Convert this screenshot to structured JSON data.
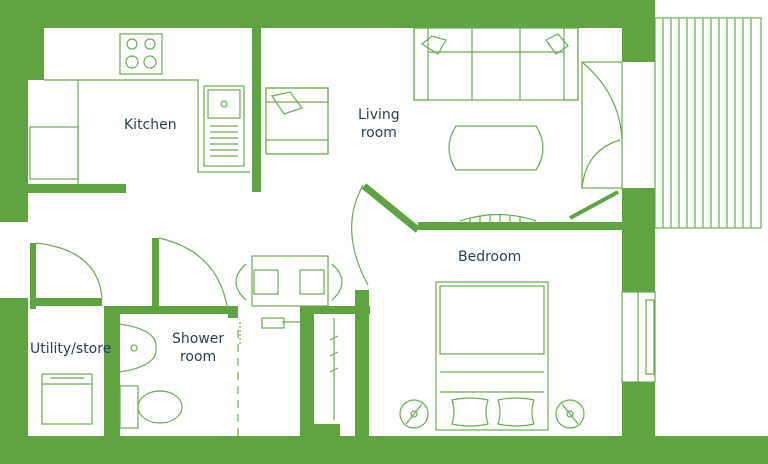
{
  "colors": {
    "wall": "#5fa342",
    "line": "#6aab4e",
    "label": "#25405f",
    "background": "#ffffff"
  },
  "rooms": {
    "kitchen": "Kitchen",
    "living_line1": "Living",
    "living_line2": "room",
    "bedroom": "Bedroom",
    "utility": "Utility/store",
    "shower_line1": "Shower",
    "shower_line2": "room"
  },
  "icons": [
    "hob-icon",
    "sink-icon",
    "sofa-icon",
    "armchair-icon",
    "coffee-table-icon",
    "dining-table-icon",
    "chair-icon",
    "double-bed-icon",
    "pillow-icon",
    "bedside-lamp-icon",
    "washbasin-icon",
    "toilet-icon",
    "washing-machine-icon",
    "wardrobe-icon",
    "radiator-icon",
    "door-swing-icon",
    "window-icon",
    "balcony-decking-icon"
  ]
}
